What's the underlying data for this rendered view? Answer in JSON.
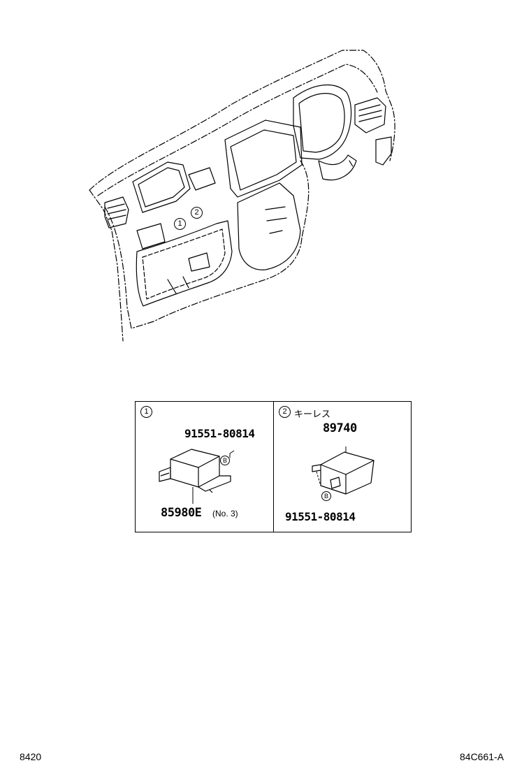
{
  "callouts": {
    "c1": "1",
    "c2": "2"
  },
  "detail_left": {
    "index": "1",
    "bolt_part": "91551-80814",
    "bolt_mark": "B",
    "part": "85980E",
    "part_note": "(No. 3)"
  },
  "detail_right": {
    "index": "2",
    "title": "キーレス",
    "part": "89740",
    "bolt_part": "91551-80814",
    "bolt_mark": "B"
  },
  "footer": {
    "left": "8420",
    "right": "84C661-A"
  }
}
